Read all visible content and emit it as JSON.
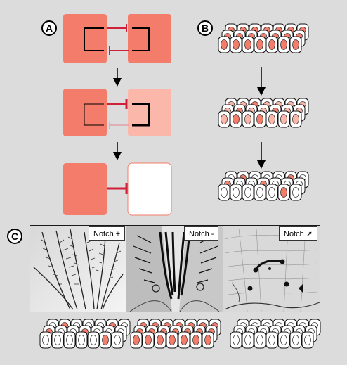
{
  "panels": {
    "A": {
      "label": "A"
    },
    "B": {
      "label": "B"
    },
    "C": {
      "label": "C"
    }
  },
  "photos": [
    {
      "label": "Notch +",
      "arrow": ""
    },
    {
      "label": "Notch -",
      "arrow": ""
    },
    {
      "label": "Notch",
      "arrow": "➚"
    }
  ],
  "colors": {
    "background": "#dcdcdc",
    "cell_high": "#f47c6a",
    "cell_light": "#fbb8aa",
    "cell_white": "#ffffff",
    "inhibition": "#d0203a",
    "tissue_fill": "#f47c6a"
  },
  "cell_sheets": {
    "panel_b_top": {
      "pattern": "all-equal-high"
    },
    "panel_b_mid": {
      "pattern": "mixed-light"
    },
    "panel_b_bottom": {
      "pattern": "sparse-selected"
    },
    "notch_plus": {
      "pattern": "sparse-selected"
    },
    "notch_minus": {
      "pattern": "all-high"
    },
    "notch_gain": {
      "pattern": "none"
    }
  }
}
